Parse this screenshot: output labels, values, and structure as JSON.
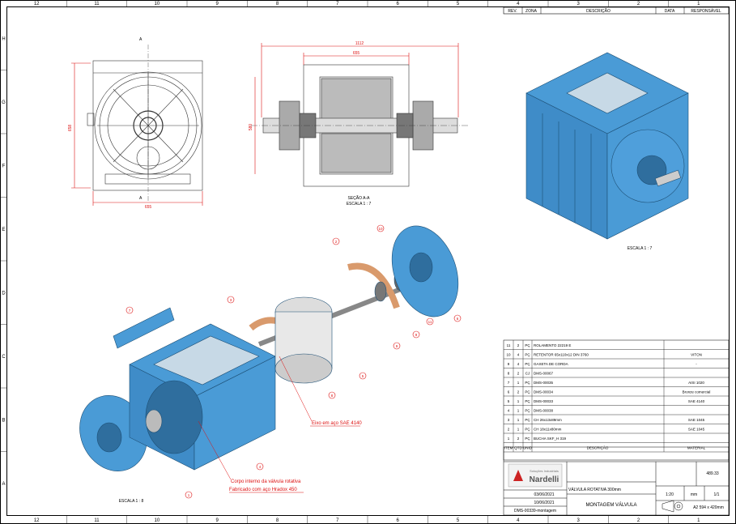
{
  "zones_top": [
    "12",
    "11",
    "10",
    "9",
    "8",
    "7",
    "6",
    "5",
    "4",
    "3",
    "2",
    "1"
  ],
  "zones_bottom": [
    "12",
    "11",
    "10",
    "9",
    "8",
    "7",
    "6",
    "5",
    "4",
    "3",
    "2",
    "1"
  ],
  "rows_left": [
    "H",
    "G",
    "F",
    "E",
    "D",
    "C",
    "B",
    "A"
  ],
  "revision_header": {
    "rev": "REV.",
    "zona": "ZONA",
    "descricao": "DESCRIÇÃO",
    "data": "DATA",
    "responsavel": "RESPONSÁVEL"
  },
  "dims": {
    "front_width": "655",
    "front_height": "658",
    "section_total": "1112",
    "section_inner": "655",
    "section_height": "580"
  },
  "section_marker": "A",
  "section_label": "SEÇÃO A-A",
  "section_scale": "ESCALA 1 : 7",
  "iso_scale": "ESCALA 1 : 7",
  "exploded_scale": "ESCALA 1 : 8",
  "balloons": [
    "1",
    "2",
    "3",
    "4",
    "5",
    "6",
    "7",
    "8",
    "9",
    "10",
    "11",
    "9",
    "4"
  ],
  "notes": {
    "shaft": "Eixo em aço SAE 4140",
    "body_line1": "Corpo interno da válvula rotativa",
    "body_line2": "Fabricado com aço Hradox 450"
  },
  "bom": {
    "headers": {
      "item": "ITEM",
      "qtd": "QTD",
      "unid": "UNID",
      "descricao": "DESCRIÇÃO",
      "material": "MATERIAL"
    },
    "rows": [
      {
        "item": "11",
        "qtd": "2",
        "unid": "PÇ",
        "descricao": "ROLAMENTO 22219 E",
        "material": ""
      },
      {
        "item": "10",
        "qtd": "4",
        "unid": "PÇ",
        "descricao": "RETENTOR 65x110x12 DIN 3760",
        "material": "VITON"
      },
      {
        "item": "9",
        "qtd": "4",
        "unid": "PÇ",
        "descricao": "GAXETA DE CORDA",
        "material": "-"
      },
      {
        "item": "8",
        "qtd": "2",
        "unid": "CJ",
        "descricao": "DMS-00067",
        "material": ""
      },
      {
        "item": "7",
        "qtd": "1",
        "unid": "PÇ",
        "descricao": "DMS-00035",
        "material": "AISI 1020"
      },
      {
        "item": "6",
        "qtd": "2",
        "unid": "PÇ",
        "descricao": "DMS-00034",
        "material": "Bronze comercial"
      },
      {
        "item": "5",
        "qtd": "1",
        "unid": "PÇ",
        "descricao": "DMS-00033",
        "material": "SAE 4140"
      },
      {
        "item": "4",
        "qtd": "1",
        "unid": "PÇ",
        "descricao": "DMS-00038",
        "material": ""
      },
      {
        "item": "3",
        "qtd": "1",
        "unid": "PÇ",
        "descricao": "CH 26x13x89mm",
        "material": "SAE 1045"
      },
      {
        "item": "2",
        "qtd": "1",
        "unid": "PÇ",
        "descricao": "CH 18x11x80mm",
        "material": "SAE 1045"
      },
      {
        "item": "1",
        "qtd": "2",
        "unid": "PÇ",
        "descricao": "BUCHA SKF_H 319",
        "material": ""
      }
    ]
  },
  "title_block": {
    "company_small": "Soluções Industriais",
    "company": "Nardelli",
    "date1": "03/06/2021",
    "date2": "10/06/2021",
    "desc1": "VÁLVULA ROTATIVA 300mm",
    "desc2": "MONTAGEM VÁLVULA",
    "drawing_no": "DMS-00339-montagem",
    "weight": "489.33",
    "scale": "1:20",
    "unit": "mm",
    "sheet": "1/1",
    "format": "A2 594 x 420mm"
  },
  "colors": {
    "part": "#4a9bd6",
    "part_dark": "#2f6e9e",
    "bronze": "#d99a6c",
    "red": "#dd1111"
  }
}
